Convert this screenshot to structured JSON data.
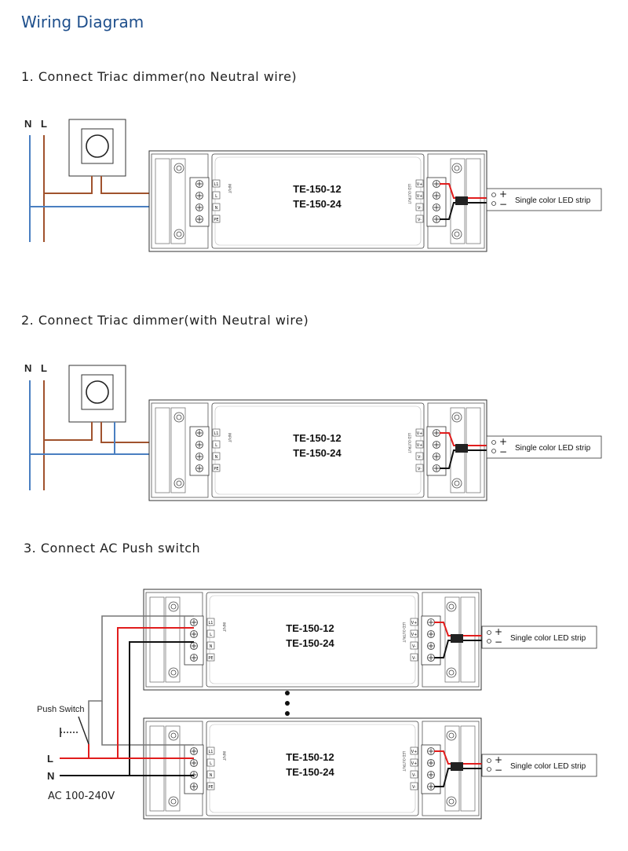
{
  "title": "Wiring Diagram",
  "sections": [
    {
      "heading": "1. Connect Triac dimmer(no Neutral wire)",
      "n_label": "N",
      "l_label": "L",
      "model_line1": "TE-150-12",
      "model_line2": "TE-150-24",
      "plus": "+",
      "minus": "−",
      "led_label": "Single color LED strip"
    },
    {
      "heading": "2. Connect Triac dimmer(with Neutral wire)",
      "n_label": "N",
      "l_label": "L",
      "model_line1": "TE-150-12",
      "model_line2": "TE-150-24",
      "plus": "+",
      "minus": "−",
      "led_label": "Single color LED strip"
    },
    {
      "heading": "3. Connect AC Push switch",
      "push_switch_label": "Push Switch",
      "l_label": "L",
      "n_label": "N",
      "ac_label": "AC 100-240V",
      "drivers": [
        {
          "model_line1": "TE-150-12",
          "model_line2": "TE-150-24",
          "plus": "+",
          "minus": "−",
          "led_label": "Single color LED strip"
        },
        {
          "model_line1": "TE-150-12",
          "model_line2": "TE-150-24",
          "plus": "+",
          "minus": "−",
          "led_label": "Single color LED strip"
        }
      ]
    }
  ],
  "driver_labels": {
    "input_terminals": [
      "L1",
      "L",
      "N",
      "PE"
    ],
    "output_terminals": [
      "V+",
      "V+",
      "V-",
      "V-"
    ],
    "input_caption": "INPUT",
    "output_caption": "LED OUTPUT"
  },
  "colors": {
    "title": "#1e4f8c",
    "live_wire": "#a0522d",
    "neutral_wire": "#4a7fc1",
    "red_wire": "#e11d1d",
    "black_wire": "#111111",
    "grey_wire": "#777777"
  }
}
